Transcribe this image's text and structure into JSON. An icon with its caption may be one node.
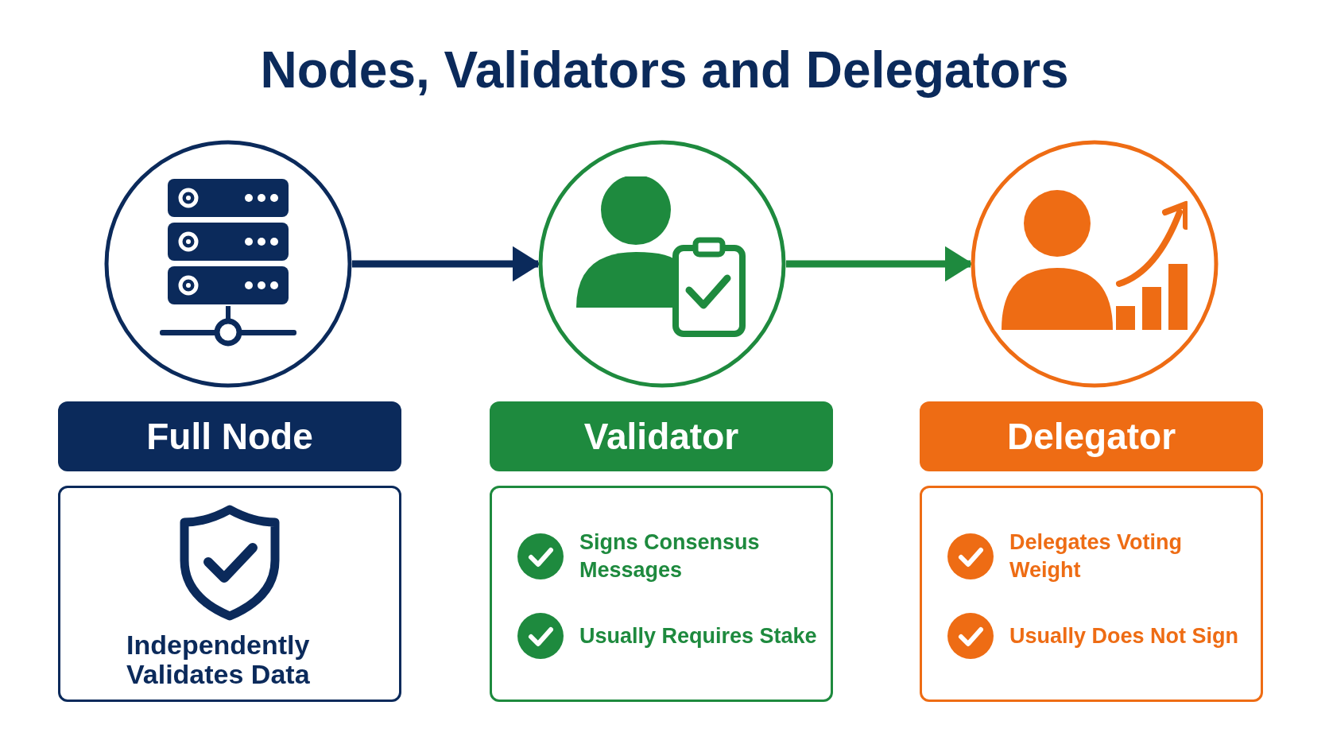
{
  "diagram": {
    "title": "Nodes, Validators and Delegators",
    "nodes": [
      {
        "text": [],
        "shape": "circle"
      },
      {
        "text": [
          "Full Node"
        ]
      },
      {
        "text": [
          "Independently Validates Data"
        ]
      },
      {
        "text": [],
        "shape": "circle"
      },
      {
        "text": [
          "Validator"
        ]
      },
      {
        "text": [
          "Signs Consensus Messages",
          "Usually Requires Stake"
        ]
      },
      {
        "text": [],
        "shape": "circle"
      },
      {
        "text": [
          "Delegator"
        ]
      },
      {
        "text": [
          "Delegates Voting Weight",
          "Usually Does Not Sign"
        ]
      }
    ],
    "edges": [
      {
        "from": 0,
        "to": 3,
        "arrow": "to",
        "color": "#0b2a5b"
      },
      {
        "from": 3,
        "to": 6,
        "arrow": "to",
        "color": "#1e8a3e"
      }
    ]
  }
}
